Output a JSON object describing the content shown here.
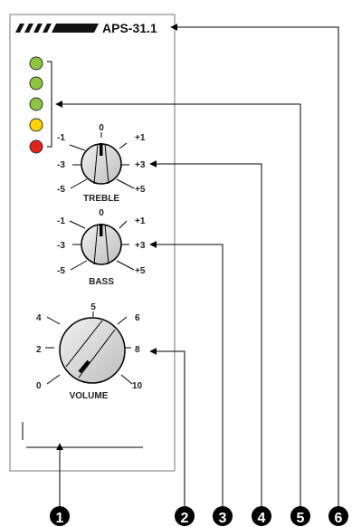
{
  "device": {
    "model": "APS-31.1",
    "leds": [
      {
        "name": "led-1",
        "color": "#8cc63f"
      },
      {
        "name": "led-2",
        "color": "#8cc63f"
      },
      {
        "name": "led-3",
        "color": "#8cc63f"
      },
      {
        "name": "led-4",
        "color": "#ffd400"
      },
      {
        "name": "led-5",
        "color": "#e2231a"
      }
    ]
  },
  "knobs": {
    "treble": {
      "label": "TREBLE",
      "scale": {
        "top": "0",
        "left_upper": "-1",
        "left_mid": "-3",
        "left_lower": "-5",
        "right_upper": "+1",
        "right_mid": "+3",
        "right_lower": "+5"
      }
    },
    "bass": {
      "label": "BASS",
      "scale": {
        "top": "0",
        "left_upper": "-1",
        "left_mid": "-3",
        "left_lower": "-5",
        "right_upper": "+1",
        "right_mid": "+3",
        "right_lower": "+5"
      }
    },
    "volume": {
      "label": "VOLUME",
      "scale": {
        "s0": "0",
        "s2": "2",
        "s4": "4",
        "s5": "5",
        "s6": "6",
        "s8": "8",
        "s10": "10"
      }
    }
  },
  "callouts": [
    "1",
    "2",
    "3",
    "4",
    "5",
    "6"
  ]
}
